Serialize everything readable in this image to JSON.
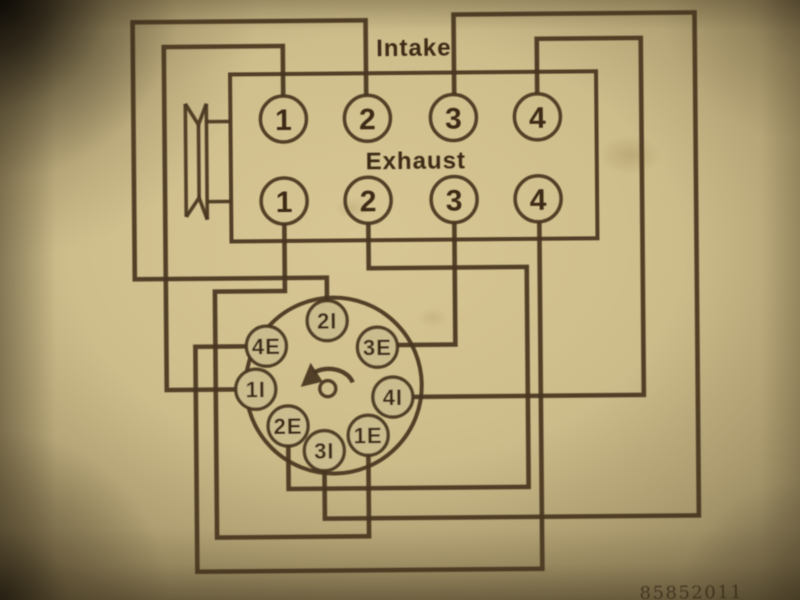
{
  "image": {
    "type": "photographed engine spark plug wiring diagram",
    "part_number": "85852011"
  },
  "diagram": {
    "intake_label": "Intake",
    "exhaust_label": "Exhaust",
    "intake_ports": [
      "1",
      "2",
      "3",
      "4"
    ],
    "exhaust_ports": [
      "1",
      "2",
      "3",
      "4"
    ],
    "distributor": {
      "terminals": [
        "4E",
        "2I",
        "3E",
        "1I",
        "4I",
        "2E",
        "3I",
        "1E"
      ],
      "rotation_icon": "counterclockwise-arrow",
      "center_icon": "rotor-center-circle"
    },
    "pulley_icon": "crankshaft-pulley",
    "wires": [
      "terminal 1I to intake port 1",
      "terminal 2I to intake port 2",
      "terminal 3I to intake port 3",
      "terminal 4I to intake port 4",
      "terminal 1E to exhaust port 1",
      "terminal 2E to exhaust port 2",
      "terminal 3E to exhaust port 3",
      "terminal 4E to exhaust port 4"
    ]
  },
  "colors": {
    "paper": "#cfbf8d",
    "ink": "#46351f",
    "label_text": "#3c2c16",
    "part_number_text": "#55432b",
    "terminal_fill": "#cbbc8e"
  }
}
